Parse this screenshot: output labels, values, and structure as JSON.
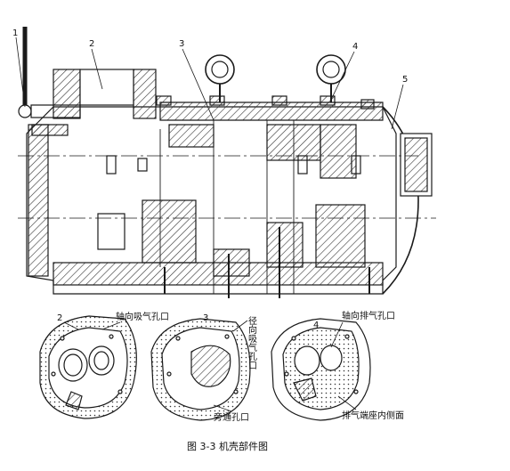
{
  "figure": {
    "caption": "图 3-3   机壳部件图",
    "callouts": [
      "1",
      "2",
      "3",
      "4",
      "5"
    ]
  },
  "views": {
    "view2": {
      "number": "2",
      "label": "轴向吸气孔口"
    },
    "view3": {
      "number": "3",
      "label_radial": "径向吸气孔口",
      "label_bypass": "旁通孔口"
    },
    "view4": {
      "number": "4",
      "label_axial": "轴向排气孔口",
      "label_side": "排气端座内侧面"
    }
  },
  "colors": {
    "ink": "#1a1a1a",
    "hatch": "#333333",
    "paper": "#ffffff"
  }
}
